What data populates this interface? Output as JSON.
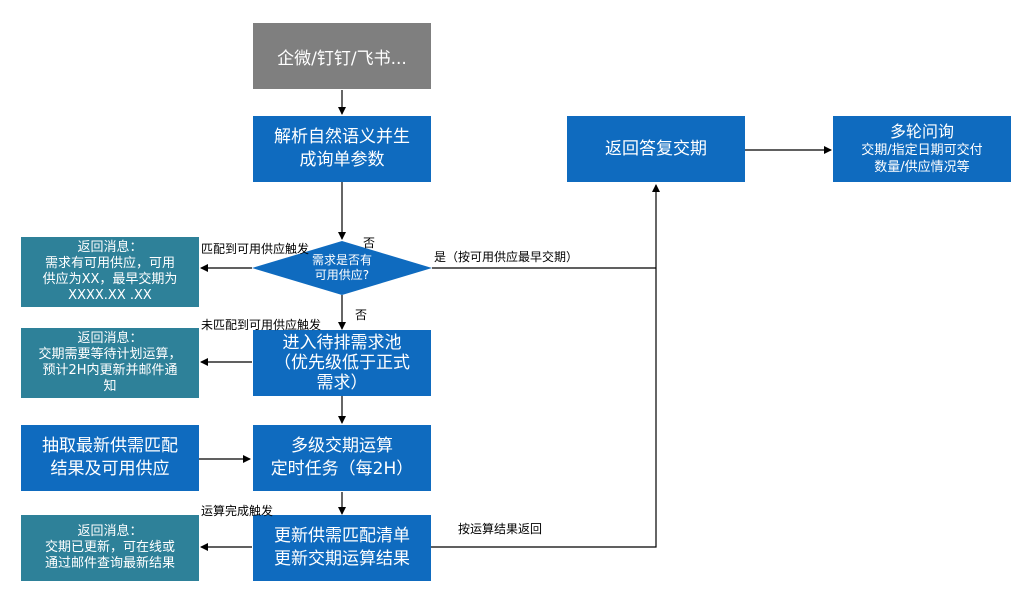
{
  "nodes": {
    "source": "企微/钉钉/飞书...",
    "parse": [
      "解析自然语义并生",
      "成询单参数"
    ],
    "decision": [
      "需求是否有",
      "可用供应?"
    ],
    "pending_pool": [
      "进入待排需求池",
      "（优先级低于正式",
      "需求）"
    ],
    "scheduled_task": [
      "多级交期运算",
      "定时任务（每2H）"
    ],
    "extract": [
      "抽取最新供需匹配",
      "结果及可用供应"
    ],
    "update": [
      "更新供需匹配清单",
      "更新交期运算结果"
    ],
    "reply": "返回答复交期",
    "multi_round": [
      "多轮问询",
      "交期/指定日期可交付",
      "数量/供应情况等"
    ]
  },
  "messages": {
    "msg1": [
      "返回消息：",
      "需求有可用供应，可用",
      "供应为XX，最早交期为",
      "XXXX.XX .XX"
    ],
    "msg2": [
      "返回消息：",
      "交期需要等待计划运算，",
      "预计2H内更新并邮件通",
      "知"
    ],
    "msg3": [
      "返回消息：",
      "交期已更新，可在线或",
      "通过邮件查询最新结果"
    ]
  },
  "labels": {
    "no_top": "否",
    "no_bottom": "否",
    "yes": "是（按可用供应最早交期）",
    "matched": "匹配到可用供应触发",
    "not_matched": "未匹配到可用供应触发",
    "calc_done": "运算完成触发",
    "return_by_result": "按运算结果返回"
  },
  "colors": {
    "blue_box": "#0f6bbf",
    "gray_box": "#7f7f7f",
    "teal_box": "#2e8199",
    "arrow": "#000000"
  }
}
